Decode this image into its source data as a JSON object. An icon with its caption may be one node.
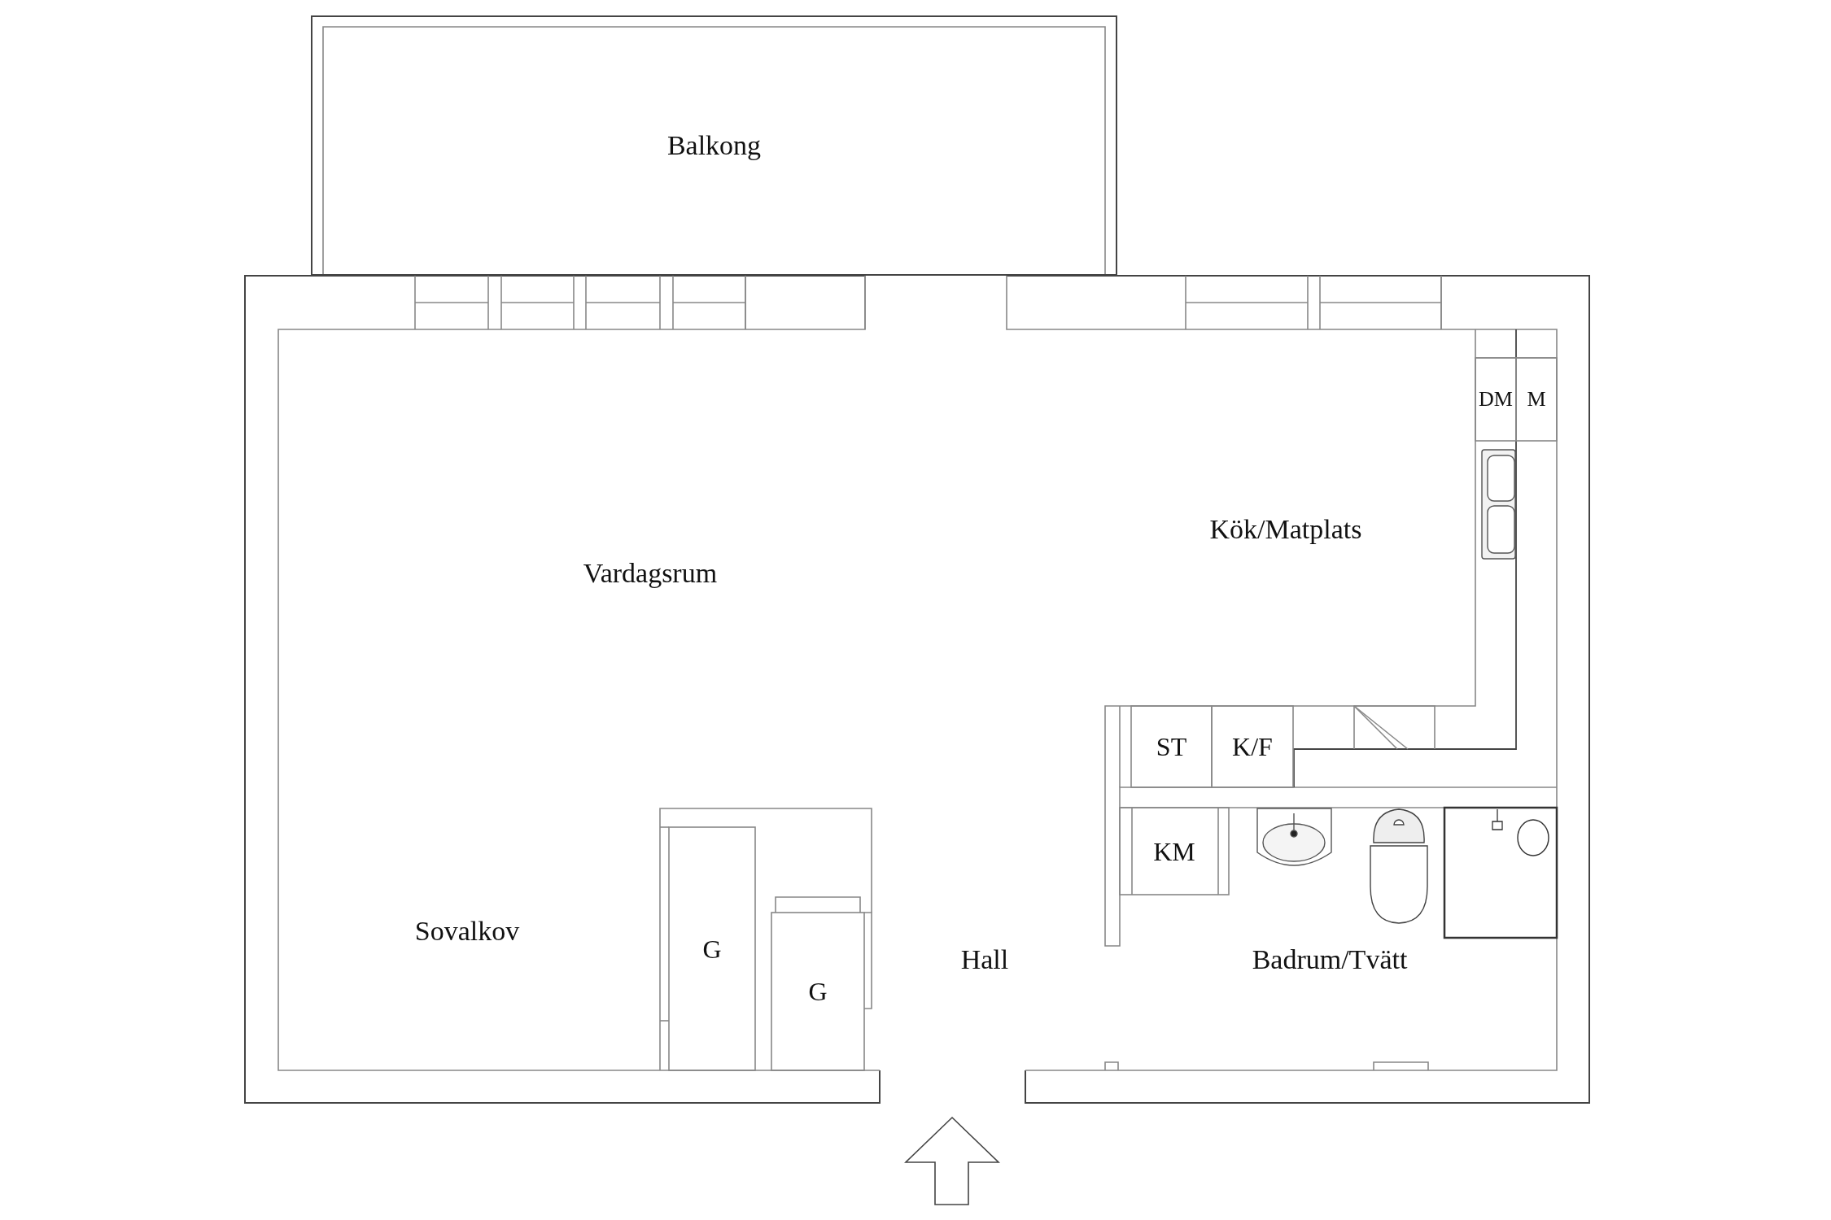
{
  "diagram": {
    "nodes": [
      {
        "text": [
          "Balkong"
        ]
      },
      {
        "text": [
          "DM"
        ]
      },
      {
        "text": [
          "M"
        ]
      },
      {
        "text": [
          "ST"
        ]
      },
      {
        "text": [
          "K/F"
        ]
      },
      {
        "text": [
          "KM"
        ]
      },
      {
        "text": [
          "G"
        ]
      },
      {
        "text": [
          "G"
        ]
      }
    ],
    "labels": [
      "Vardagsrum",
      "Kök/Matplats",
      "Sovalkov",
      "Hall",
      "Badrum/Tvätt"
    ]
  }
}
